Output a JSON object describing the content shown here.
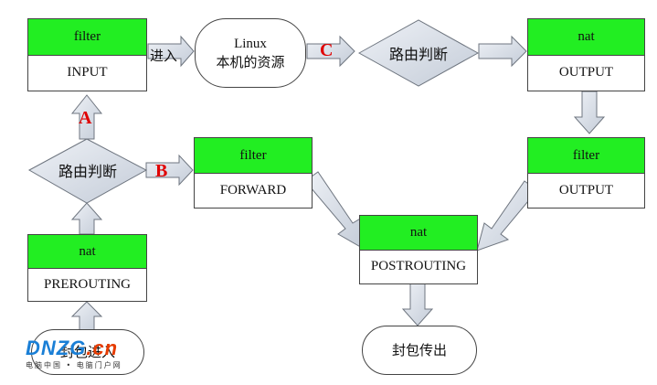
{
  "nodes": {
    "filter_input": {
      "header": "filter",
      "label": "INPUT"
    },
    "linux_local": {
      "line1": "Linux",
      "line2": "本机的资源"
    },
    "route_top": {
      "label": "路由判断"
    },
    "nat_output": {
      "header": "nat",
      "label": "OUTPUT"
    },
    "route_left": {
      "label": "路由判断"
    },
    "filter_forward": {
      "header": "filter",
      "label": "FORWARD"
    },
    "filter_output": {
      "header": "filter",
      "label": "OUTPUT"
    },
    "nat_post": {
      "header": "nat",
      "label": "POSTROUTING"
    },
    "nat_pre": {
      "header": "nat",
      "label": "PREROUTING"
    },
    "packet_in": {
      "label": "封包进入"
    },
    "packet_out": {
      "label": "封包传出"
    }
  },
  "labels": {
    "enter": "进入",
    "path_a": "A",
    "path_b": "B",
    "path_c": "C"
  },
  "watermark": {
    "brand": "DNZG",
    "brand_suffix": ".cn",
    "tagline": "电脑中国 • 电脑门户网"
  },
  "colors": {
    "header_green": "#22ee22",
    "arrow_fill": "#d6dce6",
    "letter_red": "#e00000"
  }
}
